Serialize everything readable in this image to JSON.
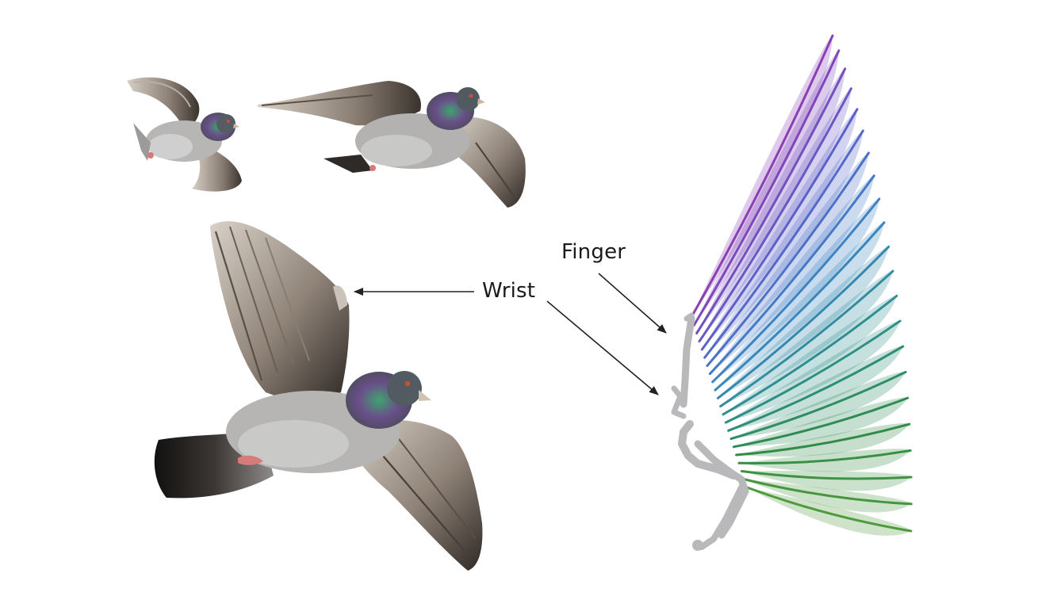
{
  "labels": {
    "finger": "Finger",
    "wrist": "Wrist"
  },
  "colors": {
    "background": "#ffffff",
    "arrow": "#222222",
    "bone": "#b9b9bb",
    "feather_gradient": [
      "#8a3fb5",
      "#5a62c9",
      "#3a86c4",
      "#2e8f8a",
      "#2f8a4a",
      "#4f9a3c"
    ],
    "pigeon_body": "#a9a9ab",
    "pigeon_head": "#4a5258",
    "pigeon_wing": "#9a8f84",
    "pigeon_wing_tip": "#2b2622"
  },
  "feather_count": 22
}
